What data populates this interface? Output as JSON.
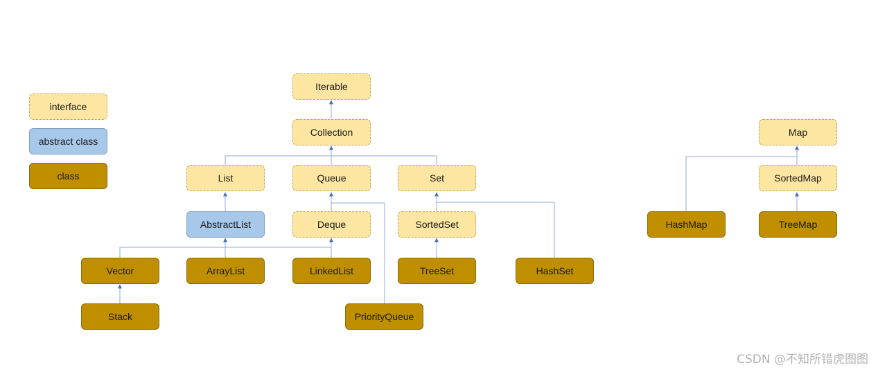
{
  "legend": {
    "interface": "interface",
    "abstract_class": "abstract class",
    "class": "class"
  },
  "nodes": {
    "iterable": "Iterable",
    "collection": "Collection",
    "list": "List",
    "queue": "Queue",
    "set": "Set",
    "abstract_list": "AbstractList",
    "deque": "Deque",
    "sorted_set": "SortedSet",
    "vector": "Vector",
    "array_list": "ArrayList",
    "linked_list": "LinkedList",
    "tree_set": "TreeSet",
    "hash_set": "HashSet",
    "stack": "Stack",
    "priority_queue": "PriorityQueue",
    "map": "Map",
    "sorted_map": "SortedMap",
    "hash_map": "HashMap",
    "tree_map": "TreeMap"
  },
  "colors": {
    "interface_fill": "#fde6a2",
    "abstract_fill": "#a8c8ea",
    "class_fill": "#bf8f00",
    "connector": "#8eaad8"
  },
  "watermark": "CSDN @不知所错虎图图"
}
